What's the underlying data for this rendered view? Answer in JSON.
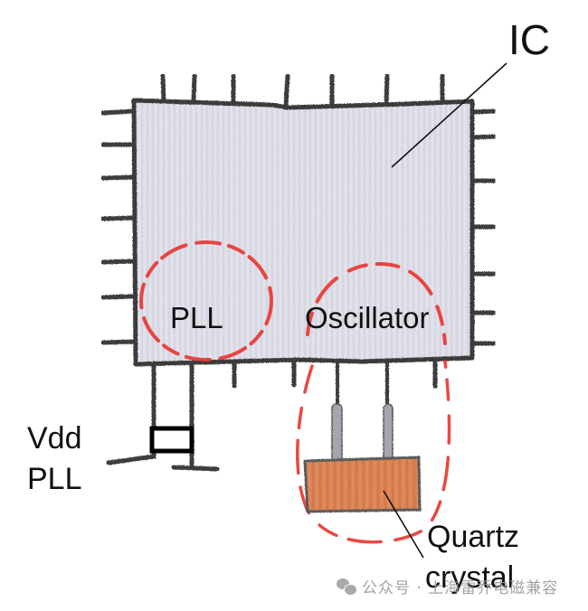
{
  "labels": {
    "ic": "IC",
    "pll": "PLL",
    "oscillator": "Oscillator",
    "vdd_line1": "Vdd",
    "vdd_line2": "PLL",
    "quartz_line1": "Quartz",
    "quartz_line2": "crystal"
  },
  "watermark": {
    "icon": "wechat-icon",
    "text": "公众号 · 上海雷乔电磁兼容"
  },
  "colors": {
    "chip_fill": "#dfdfe9",
    "chip_outline": "#3a3a3a",
    "pin": "#3c3c3c",
    "highlight": "#e8342f",
    "crystal_body": "#d98256",
    "crystal_leads": "#a6a6ae",
    "ink": "#111111"
  }
}
